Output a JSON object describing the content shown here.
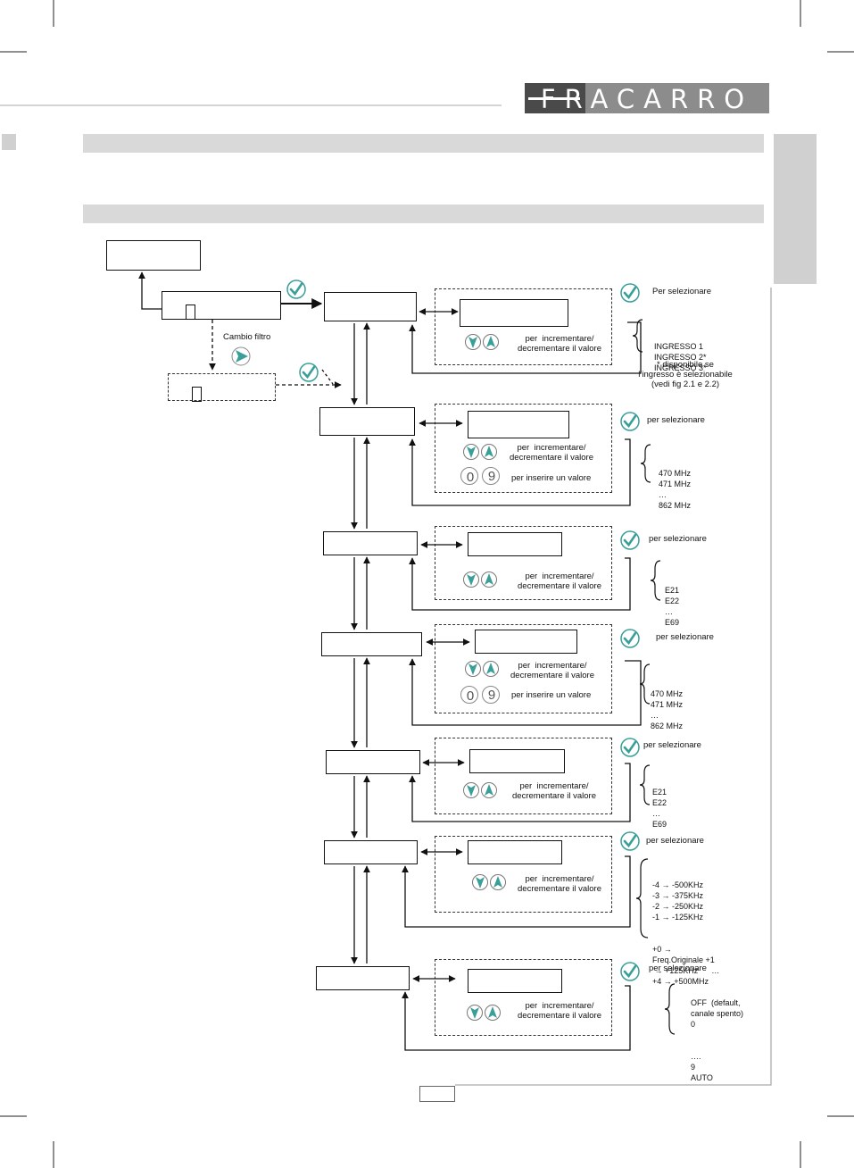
{
  "brand": {
    "logo_text": "FRACARRO",
    "logo_colors": [
      "#4a4a4a",
      "#8c8c8c"
    ]
  },
  "colors": {
    "teal": "#3a9e99",
    "bar": "#d9d9d9",
    "side_tab": "#d0d0d0"
  },
  "flow": {
    "filter_change_label": "Cambio filtro",
    "per_selezionare_cap": "Per selezionare",
    "per_selezionare": "per selezionare",
    "inc_dec": "per  incrementare/\ndecrementare il valore",
    "insert_value": "per inserire un valore",
    "input_list": [
      "INGRESSO 1",
      "INGRESSO 2*",
      "INGRESSO 3*"
    ],
    "input_note": "* disponibile se\nl’ingresso è selezionabile\n(vedi fig 2.1 e 2.2)",
    "freq_list_1": [
      "470 MHz",
      "471 MHz",
      "…",
      "862 MHz"
    ],
    "channel_list_1": [
      "E21",
      "E22",
      "…",
      "E69"
    ],
    "freq_list_2": [
      "470 MHz",
      "471 MHz",
      "…",
      "862 MHz"
    ],
    "channel_list_2": [
      "E21",
      "E22",
      "…",
      "E69"
    ],
    "offset_list": [
      "-4 → -500KHz",
      "-3 → -375KHz",
      "-2 → -250KHz",
      "-1 → -125KHz",
      "+0 →",
      "Freq.Originale +1",
      " → +125KHz      …",
      "+4 → +500MHz"
    ],
    "level_list": [
      "OFF  (default,",
      "canale spento)",
      "0",
      "….",
      "9",
      "AUTO"
    ]
  }
}
